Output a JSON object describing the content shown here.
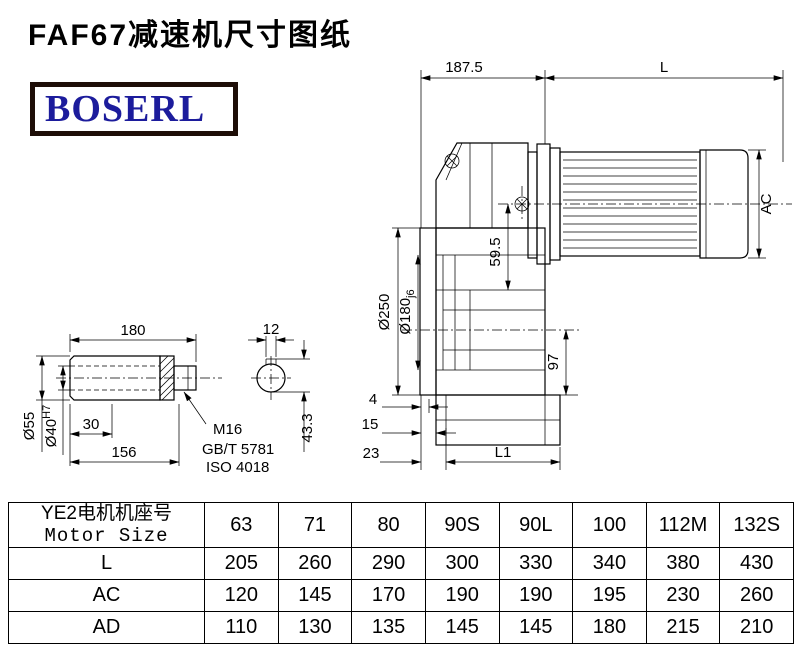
{
  "header": {
    "title": "FAF67减速机尺寸图纸",
    "logo": "BOSERL"
  },
  "drawing": {
    "top_width": "187.5",
    "motor_length_label": "L",
    "motor_diameter_label": "AC",
    "flange_diameter": "Ø250",
    "spigot_diameter": "Ø180",
    "spigot_tolerance": "j6",
    "axis_offset": "59.5",
    "center_to_bottom": "97",
    "flange_thickness": "4",
    "offset_15": "15",
    "offset_23": "23",
    "housing_length_label": "L1",
    "shaft_length": "180",
    "key_width": "12",
    "shaft_diameter": "Ø55",
    "bore_diameter": "Ø40",
    "bore_tolerance": "H7",
    "dim_30": "30",
    "dim_156": "156",
    "thread_callout": "M16",
    "standard_gb": "GB/T 5781",
    "standard_iso": "ISO 4018",
    "keyway_dim": "43.3"
  },
  "table": {
    "header_cn": "YE2电机机座号",
    "header_en": "Motor Size",
    "sizes": [
      "63",
      "71",
      "80",
      "90S",
      "90L",
      "100",
      "112M",
      "132S"
    ],
    "rows": [
      {
        "label": "L",
        "values": [
          "205",
          "260",
          "290",
          "300",
          "330",
          "340",
          "380",
          "430"
        ]
      },
      {
        "label": "AC",
        "values": [
          "120",
          "145",
          "170",
          "190",
          "190",
          "195",
          "230",
          "260"
        ]
      },
      {
        "label": "AD",
        "values": [
          "110",
          "130",
          "135",
          "145",
          "145",
          "180",
          "215",
          "210"
        ]
      }
    ]
  }
}
